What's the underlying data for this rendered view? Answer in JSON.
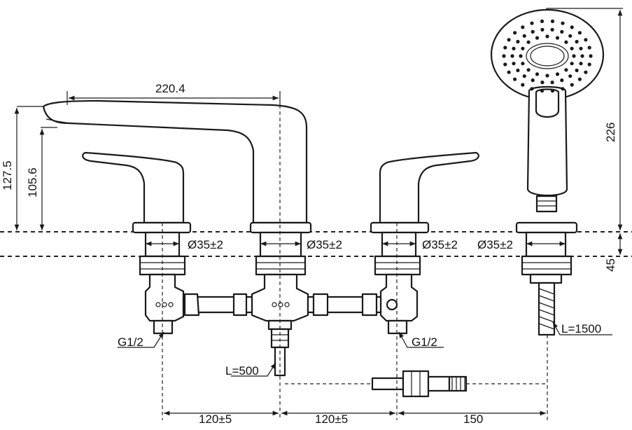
{
  "dimensions": {
    "spout_reach": "220.4",
    "height_total": "127.5",
    "height_outlet": "105.6",
    "handshower_height": "226",
    "deck_thickness": "45",
    "hole_left": "Ø35±2",
    "hole_center": "Ø35±2",
    "hole_right": "Ø35±2",
    "hole_shower": "Ø35±2",
    "thread_left": "G1/2",
    "thread_right": "G1/2",
    "hose_center": "L=500",
    "hose_shower": "L=1500",
    "spacing_left": "120±5",
    "spacing_right": "120±5",
    "spacing_shower": "150"
  },
  "colors": {
    "line": "#1a1a1a",
    "background": "#ffffff"
  }
}
